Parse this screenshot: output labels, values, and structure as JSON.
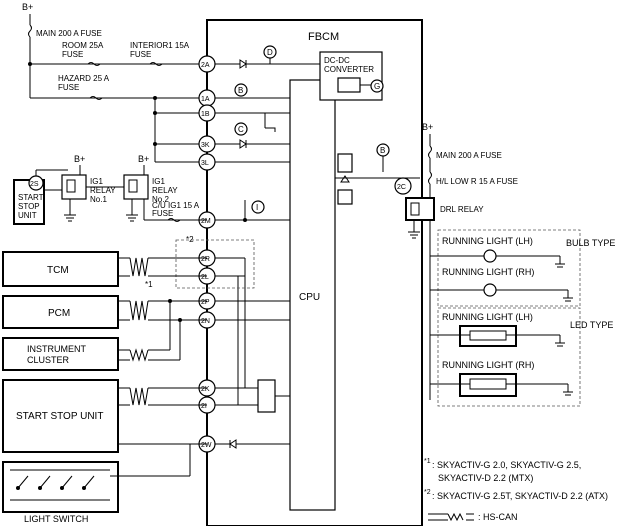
{
  "fbcm": {
    "title": "FBCM",
    "cpu": "CPU",
    "dcdc_line1": "DC-DC",
    "dcdc_line2": "CONVERTER",
    "pins": [
      "2A",
      "1A",
      "1B",
      "3K",
      "3L",
      "2C",
      "2M",
      "2R",
      "2L",
      "2P",
      "2N",
      "2K",
      "2I",
      "2W",
      "2S"
    ],
    "callouts": [
      "B",
      "D",
      "B",
      "C",
      "G",
      "B",
      "I"
    ]
  },
  "power": {
    "bplus": "B+",
    "main_fuse": "MAIN 200 A FUSE",
    "room_fuse_1": "ROOM 25A",
    "room_fuse_2": "FUSE",
    "interior_fuse_1": "INTERIOR1 15A",
    "interior_fuse_2": "FUSE",
    "hazard_fuse_1": "HAZARD 25 A",
    "hazard_fuse_2": "FUSE",
    "ig1_relay1_1": "IG1",
    "ig1_relay1_2": "RELAY",
    "ig1_relay1_3": "No.1",
    "ig1_relay2_1": "IG1",
    "ig1_relay2_2": "RELAY",
    "ig1_relay2_3": "No.2",
    "cu_fuse_1": "C/U IG1 15 A",
    "cu_fuse_2": "FUSE",
    "ssu_small_1": "START",
    "ssu_small_2": "STOP",
    "ssu_small_3": "UNIT"
  },
  "right": {
    "bplus": "B+",
    "main_fuse": "MAIN 200 A FUSE",
    "hl_fuse": "H/L LOW R 15 A FUSE",
    "drl_relay": "DRL RELAY",
    "bulb_type": "BULB TYPE",
    "led_type": "LED TYPE",
    "rl_lh_bulb": "RUNNING LIGHT (LH)",
    "rl_rh_bulb": "RUNNING LIGHT (RH)",
    "rl_lh_led": "RUNNING LIGHT (LH)",
    "rl_rh_led": "RUNNING LIGHT (RH)"
  },
  "modules": {
    "tcm": "TCM",
    "pcm": "PCM",
    "ic_1": "INSTRUMENT",
    "ic_2": "CLUSTER",
    "ssu": "START STOP UNIT",
    "light_switch": "LIGHT SWITCH"
  },
  "notes": {
    "mark1": "*1",
    "mark2": "*2",
    "note1_mark": "*1",
    "note1_line1": ": SKYACTIV-G 2.0, SKYACTIV-G 2.5,",
    "note1_line2": "SKYACTIV-D 2.2 (MTX)",
    "note2_mark": "*2",
    "note2_text": ": SKYACTIV-G 2.5T, SKYACTIV-D 2.2 (ATX)",
    "hscan": ": HS-CAN"
  }
}
